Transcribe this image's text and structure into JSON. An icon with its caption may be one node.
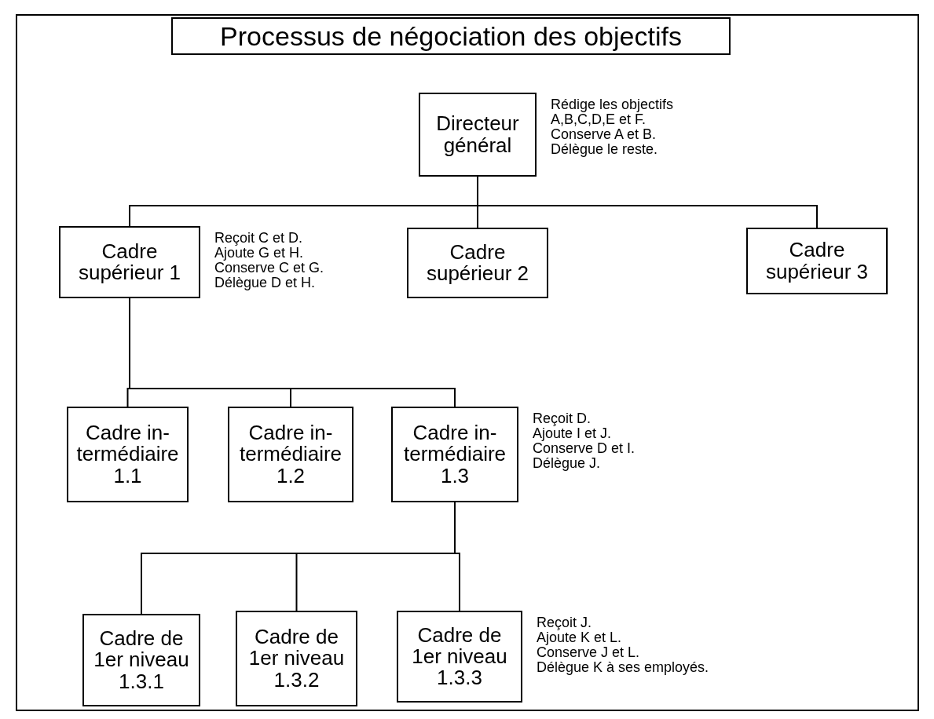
{
  "diagram": {
    "title": "Processus de négociation des objectifs",
    "nodes": [
      {
        "text": [
          "Directeur général"
        ],
        "beside": [
          "Rédige les objectifs A,B,C,D,E et F.",
          "Conserve A et B.",
          "Délègue le reste."
        ]
      },
      {
        "text": [
          "Cadre supérieur 1"
        ],
        "beside": [
          "Reçoit C et D.",
          "Ajoute G et H.",
          "Conserve C et G.",
          "Délègue D et H."
        ]
      },
      {
        "text": [
          "Cadre supérieur 2"
        ]
      },
      {
        "text": [
          "Cadre supérieur 3"
        ]
      },
      {
        "text": [
          "Cadre in- termédiaire 1.1"
        ]
      },
      {
        "text": [
          "Cadre in- termédiaire 1.2"
        ]
      },
      {
        "text": [
          "Cadre in- termédiaire 1.3"
        ],
        "beside": [
          "Reçoit D.",
          "Ajoute I et J.",
          "Conserve D et I.",
          "Délègue J."
        ]
      },
      {
        "text": [
          "Cadre de 1er niveau 1.3.1"
        ]
      },
      {
        "text": [
          "Cadre de 1er niveau 1.3.2"
        ]
      },
      {
        "text": [
          "Cadre de 1er niveau 1.3.3"
        ],
        "beside": [
          "Reçoit J.",
          "Ajoute K et L.",
          "Conserve J et L.",
          "Délègue K à ses employés."
        ]
      }
    ],
    "edges": [
      {
        "from": 0,
        "to": 1,
        "arrow": "none"
      },
      {
        "from": 0,
        "to": 2,
        "arrow": "none"
      },
      {
        "from": 0,
        "to": 3,
        "arrow": "none"
      },
      {
        "from": 1,
        "to": 4,
        "arrow": "none"
      },
      {
        "from": 1,
        "to": 5,
        "arrow": "none"
      },
      {
        "from": 1,
        "to": 6,
        "arrow": "none"
      },
      {
        "from": 6,
        "to": 7,
        "arrow": "none"
      },
      {
        "from": 6,
        "to": 8,
        "arrow": "none"
      },
      {
        "from": 6,
        "to": 9,
        "arrow": "none"
      }
    ]
  }
}
